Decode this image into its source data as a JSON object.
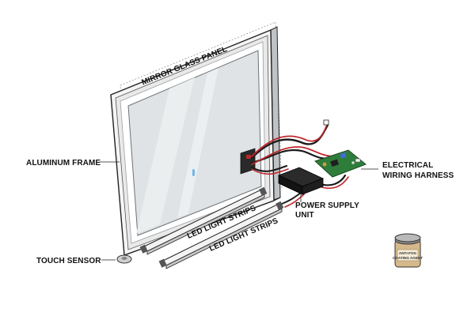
{
  "labels": {
    "mirror_glass_panel": "MIRROR GLASS PANEL",
    "aluminum_frame": "ALUMINUM FRAME",
    "electrical_wiring_harness_1": "ELECTRICAL",
    "electrical_wiring_harness_2": "WIRING HARNESS",
    "power_supply_unit_1": "POWER SUPPLY",
    "power_supply_unit_2": "UNIT",
    "led_light_strips_a": "LED LIGHT STRIPS",
    "led_light_strips_b": "LED LIGHT STRIPS",
    "touch_sensor": "TOUCH SENSOR"
  },
  "jar_label": {
    "line1": "ANTI-FOG",
    "line2": "COATING AGENT"
  },
  "colors": {
    "outline": "#222222",
    "frame_outer": "#f2f2f2",
    "glass": "#e2e5e7",
    "led_glow": "#ffffff",
    "wire_red": "#c0262c",
    "wire_black": "#1c1c1c",
    "pcb_green": "#2f7d3a",
    "jar_amber": "#d6b98a"
  }
}
